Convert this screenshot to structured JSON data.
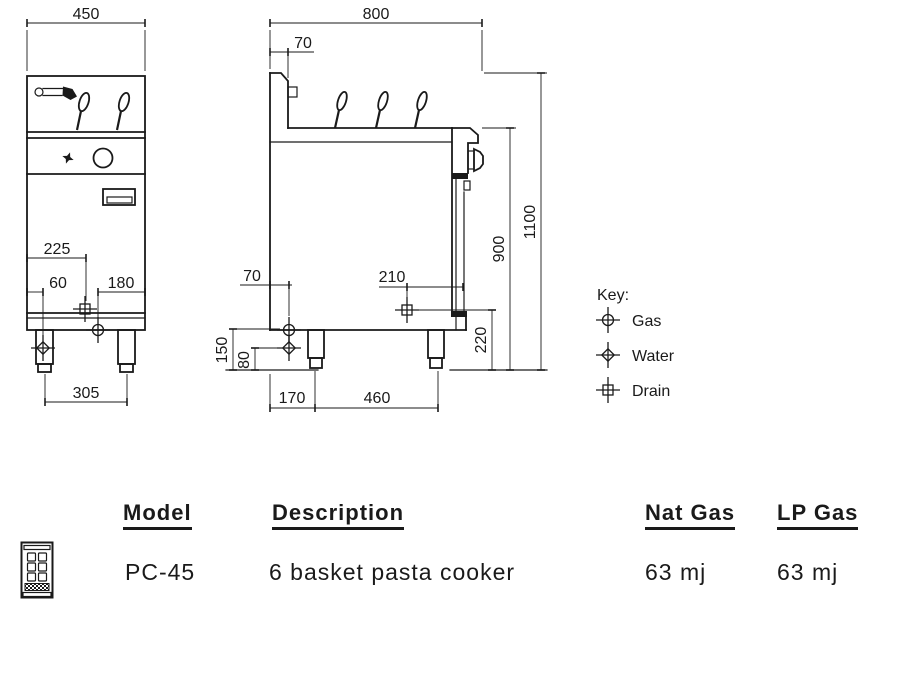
{
  "page": {
    "background": "#ffffff",
    "ink": "#1a1a1a"
  },
  "front_view": {
    "dims": {
      "overall_width": "450",
      "drain_from_left": "225",
      "water_from_left": "60",
      "gas_from_right": "180",
      "leg_spacing": "305"
    }
  },
  "side_view": {
    "dims": {
      "overall_depth": "800",
      "splashback_depth": "70",
      "gas_from_back": "70",
      "drain_from_front": "210",
      "worktop_height": "900",
      "overall_height": "1100",
      "drain_height": "220",
      "gas_height": "150",
      "water_height": "80",
      "back_to_front_leg": "170",
      "leg_spacing": "460"
    }
  },
  "key": {
    "title": "Key:",
    "items": [
      {
        "id": "gas",
        "symbol": "circle-crosshair",
        "label": "Gas"
      },
      {
        "id": "water",
        "symbol": "diamond-crosshair",
        "label": "Water"
      },
      {
        "id": "drain",
        "symbol": "square-crosshair",
        "label": "Drain"
      }
    ]
  },
  "table": {
    "headers": {
      "model": "Model",
      "description": "Description",
      "nat_gas": "Nat Gas",
      "lp_gas": "LP Gas"
    },
    "row": {
      "model": "PC-45",
      "description": "6 basket pasta cooker",
      "nat_gas": "63 mj",
      "lp_gas": "63 mj"
    }
  }
}
